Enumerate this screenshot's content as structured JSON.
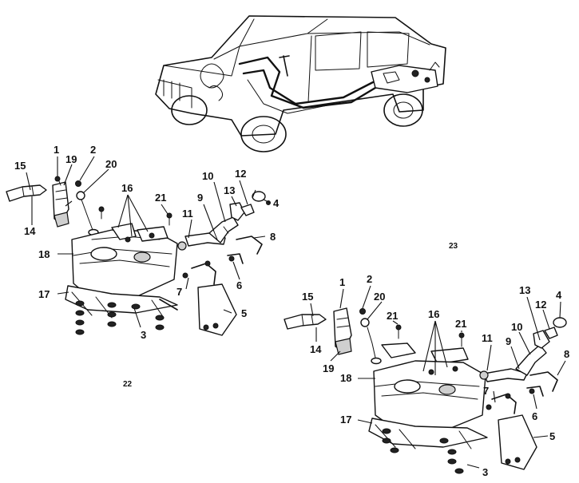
{
  "figures": [
    {
      "id": "22",
      "label": "22"
    },
    {
      "id": "23",
      "label": "23"
    }
  ],
  "left_assembly": {
    "callouts": {
      "c1": "1",
      "c2": "2",
      "c3": "3",
      "c4": "4",
      "c5": "5",
      "c6": "6",
      "c7": "7",
      "c8": "8",
      "c9": "9",
      "c10": "10",
      "c11": "11",
      "c12": "12",
      "c13": "13",
      "c14": "14",
      "c15": "15",
      "c16": "16",
      "c17": "17",
      "c18": "18",
      "c19": "19",
      "c20": "20",
      "c21": "21"
    }
  },
  "right_assembly": {
    "callouts": {
      "c1": "1",
      "c2": "2",
      "c3": "3",
      "c4": "4",
      "c5": "5",
      "c6": "6",
      "c7": "7",
      "c8": "8",
      "c9": "9",
      "c10": "10",
      "c11": "11",
      "c12": "12",
      "c13": "13",
      "c14": "14",
      "c15": "15",
      "c16": "16",
      "c17": "17",
      "c18": "18",
      "c19": "19",
      "c20": "20",
      "c21a": "21",
      "c21b": "21"
    }
  }
}
